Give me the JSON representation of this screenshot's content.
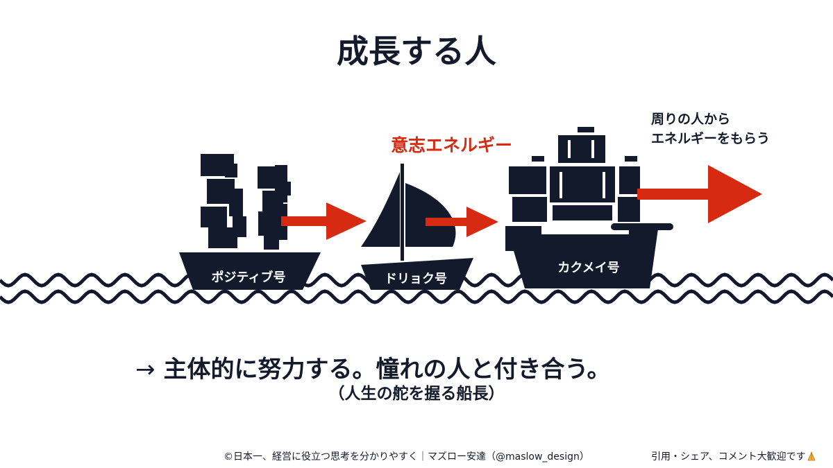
{
  "title": "成長する人",
  "labels": {
    "will_energy": "意志エネルギー",
    "others_energy_line1": "周りの人から",
    "others_energy_line2": "エネルギーをもらう"
  },
  "ships": [
    {
      "name": "ポジティブ号",
      "icon": "pirate-ship-icon"
    },
    {
      "name": "ドリョク号",
      "icon": "sailboat-icon"
    },
    {
      "name": "カクメイ号",
      "icon": "galleon-icon"
    }
  ],
  "conclusion": {
    "arrow": "→",
    "text": "主体的に努力する。憧れの人と付き合う。",
    "subtext": "（人生の舵を握る船長）"
  },
  "footer": {
    "credit": "©日本一、経営に役立つ思考を分かりやすく｜マズロー安達（@maslow_design）",
    "note": "引用・シェア、コメント大歓迎です",
    "note_icon": "folded-hands-icon"
  },
  "colors": {
    "navy": "#121a2c",
    "red": "#d62a12",
    "background": "#ffffff"
  }
}
